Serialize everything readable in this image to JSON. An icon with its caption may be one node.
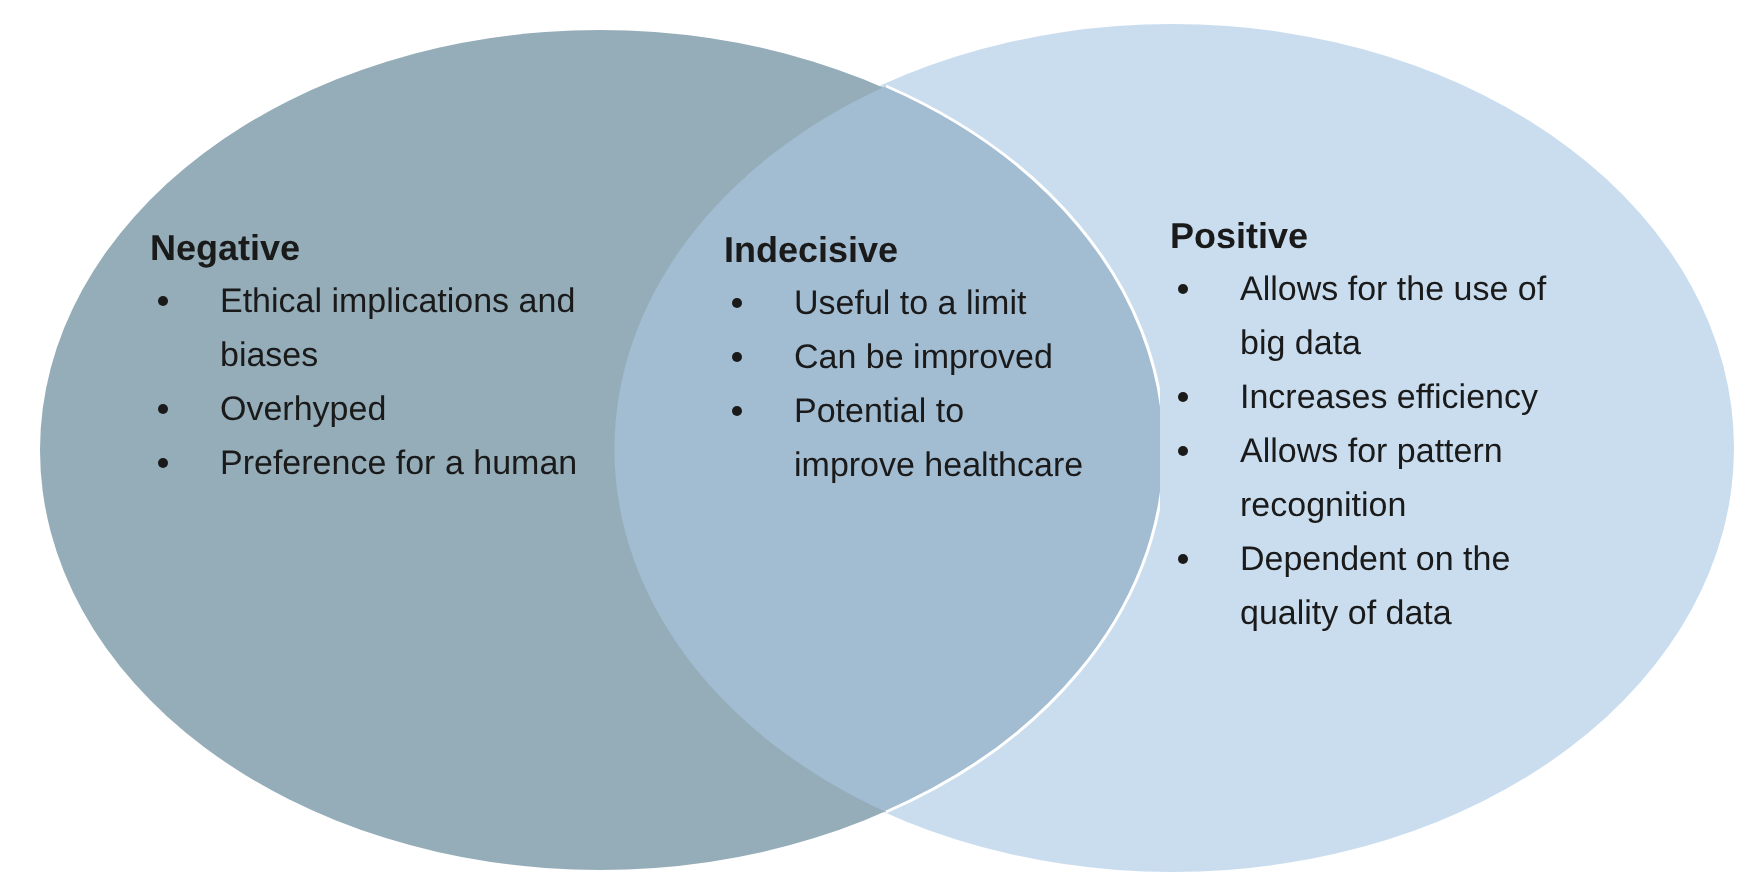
{
  "diagram": {
    "nodes": [
      {
        "text": [
          "Negative",
          "Ethical implications and biases",
          "Overhyped",
          "Preference for a human"
        ]
      },
      {
        "text": [
          "Positive",
          "Allows for the use of big data",
          "Increases efficiency",
          "Allows for pattern recognition",
          "Dependent on the quality of data"
        ]
      },
      {
        "text": [
          "Indecisive",
          "Useful to a limit",
          "Can be improved",
          "Potential to improve healthcare"
        ]
      }
    ]
  }
}
